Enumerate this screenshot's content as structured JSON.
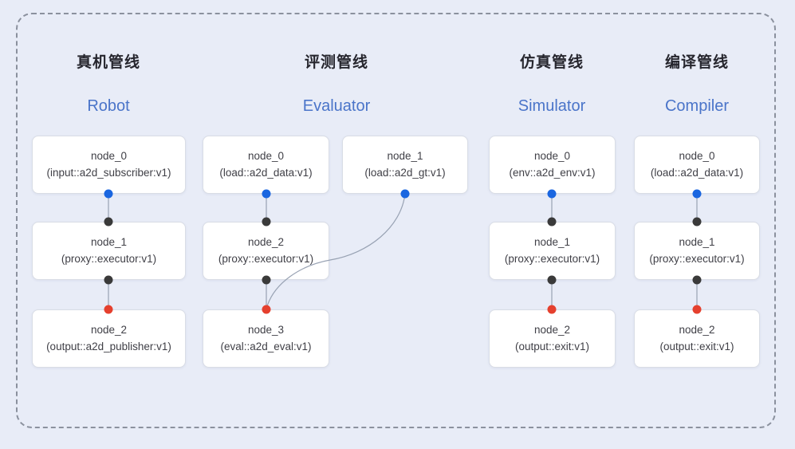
{
  "colors": {
    "background": "#e8ecf7",
    "frame_border": "#8b919e",
    "box_bg": "#ffffff",
    "box_border": "#d9dde5",
    "title_zh": "#26262e",
    "title_en": "#4a74c9",
    "node_text": "#3f3f46",
    "edge": "#98a2b3",
    "port_source": "#1a66e0",
    "port_mid": "#3a3a3a",
    "port_sink": "#e5402e"
  },
  "pipelines": [
    {
      "title_zh": "真机管线",
      "title_en": "Robot",
      "nodes": [
        {
          "name": "node_0",
          "type": "(input::a2d_subscriber:v1)"
        },
        {
          "name": "node_1",
          "type": "(proxy::executor:v1)"
        },
        {
          "name": "node_2",
          "type": "(output::a2d_publisher:v1)"
        }
      ]
    },
    {
      "title_zh": "评测管线",
      "title_en": "Evaluator",
      "nodes": [
        {
          "name": "node_0",
          "type": "(load::a2d_data:v1)"
        },
        {
          "name": "node_1",
          "type": "(load::a2d_gt:v1)"
        },
        {
          "name": "node_2",
          "type": "(proxy::executor:v1)"
        },
        {
          "name": "node_3",
          "type": "(eval::a2d_eval:v1)"
        }
      ]
    },
    {
      "title_zh": "仿真管线",
      "title_en": "Simulator",
      "nodes": [
        {
          "name": "node_0",
          "type": "(env::a2d_env:v1)"
        },
        {
          "name": "node_1",
          "type": "(proxy::executor:v1)"
        },
        {
          "name": "node_2",
          "type": "(output::exit:v1)"
        }
      ]
    },
    {
      "title_zh": "编译管线",
      "title_en": "Compiler",
      "nodes": [
        {
          "name": "node_0",
          "type": "(load::a2d_data:v1)"
        },
        {
          "name": "node_1",
          "type": "(proxy::executor:v1)"
        },
        {
          "name": "node_2",
          "type": "(output::exit:v1)"
        }
      ]
    }
  ]
}
